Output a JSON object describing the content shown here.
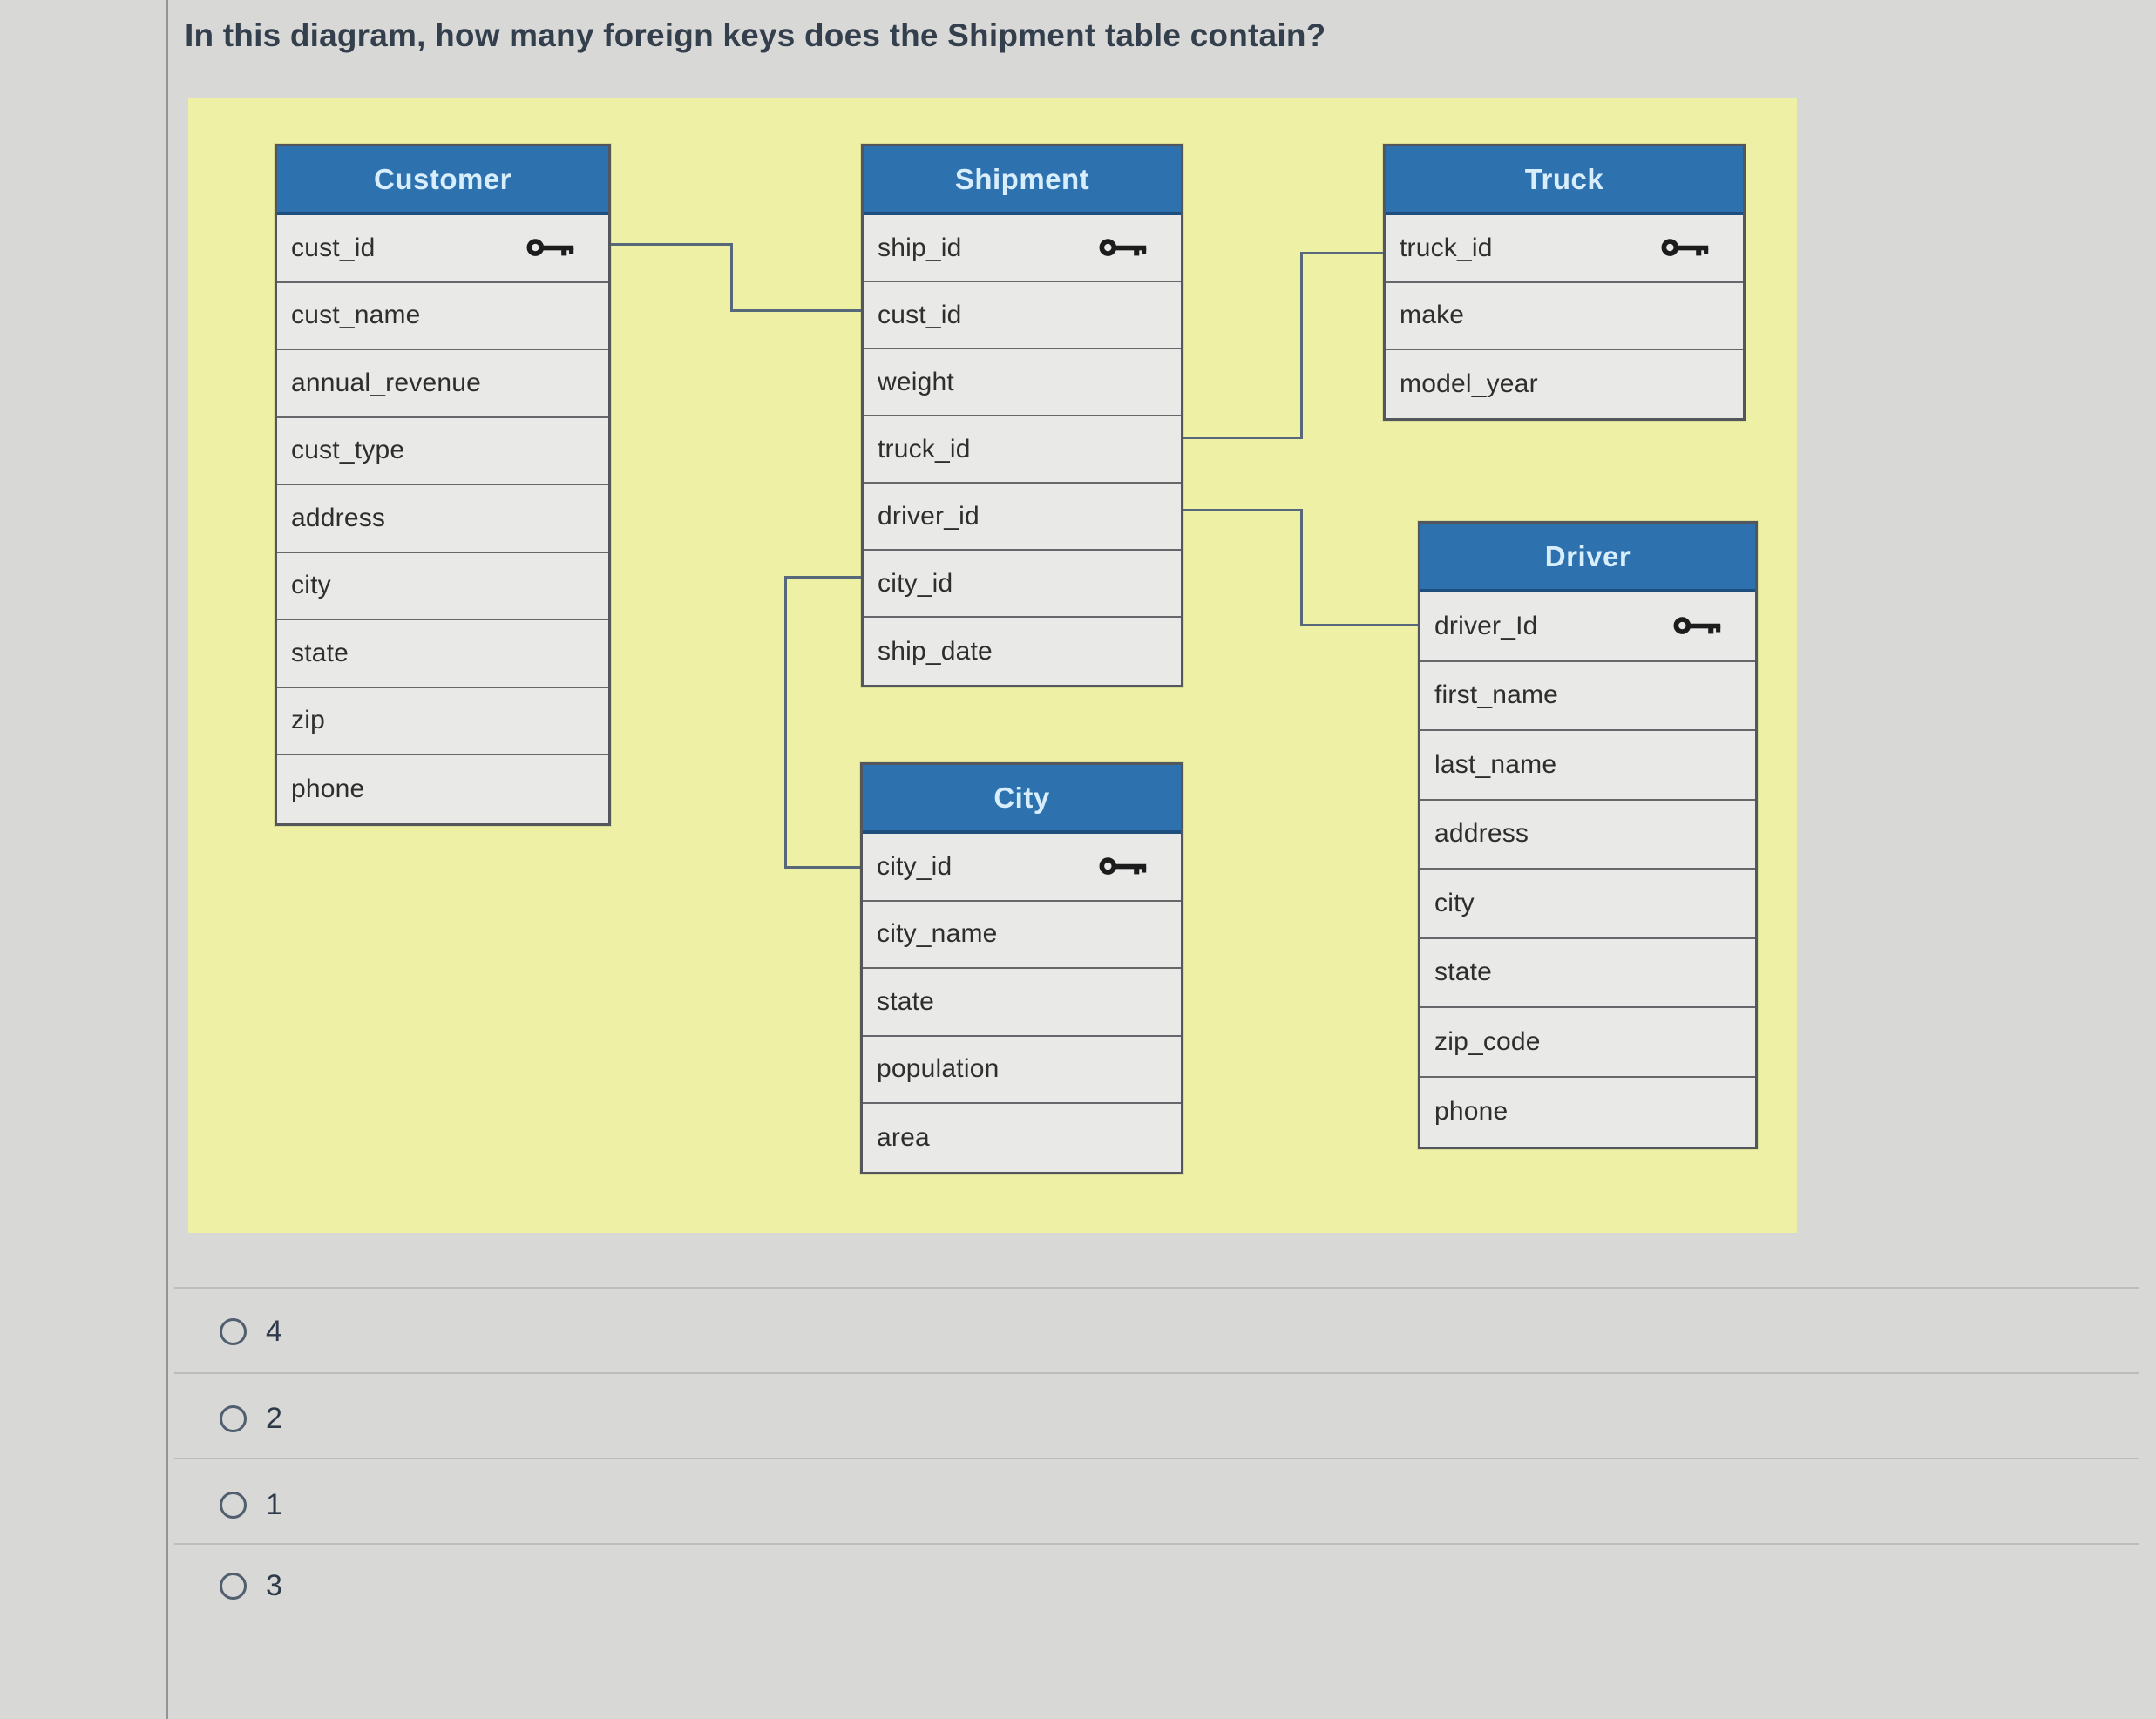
{
  "question": {
    "text": "In this diagram, how many foreign keys does the Shipment table contain?"
  },
  "diagram": {
    "tables": [
      {
        "name": "Customer",
        "fields": [
          {
            "label": "cust_id",
            "key": true
          },
          {
            "label": "cust_name",
            "key": false
          },
          {
            "label": "annual_revenue",
            "key": false
          },
          {
            "label": "cust_type",
            "key": false
          },
          {
            "label": "address",
            "key": false
          },
          {
            "label": "city",
            "key": false
          },
          {
            "label": "state",
            "key": false
          },
          {
            "label": "zip",
            "key": false
          },
          {
            "label": "phone",
            "key": false
          }
        ]
      },
      {
        "name": "Shipment",
        "fields": [
          {
            "label": "ship_id",
            "key": true
          },
          {
            "label": "cust_id",
            "key": false
          },
          {
            "label": "weight",
            "key": false
          },
          {
            "label": "truck_id",
            "key": false
          },
          {
            "label": "driver_id",
            "key": false
          },
          {
            "label": "city_id",
            "key": false
          },
          {
            "label": "ship_date",
            "key": false
          }
        ]
      },
      {
        "name": "Truck",
        "fields": [
          {
            "label": "truck_id",
            "key": true
          },
          {
            "label": "make",
            "key": false
          },
          {
            "label": "model_year",
            "key": false
          }
        ]
      },
      {
        "name": "Driver",
        "fields": [
          {
            "label": "driver_Id",
            "key": true
          },
          {
            "label": "first_name",
            "key": false
          },
          {
            "label": "last_name",
            "key": false
          },
          {
            "label": "address",
            "key": false
          },
          {
            "label": "city",
            "key": false
          },
          {
            "label": "state",
            "key": false
          },
          {
            "label": "zip_code",
            "key": false
          },
          {
            "label": "phone",
            "key": false
          }
        ]
      },
      {
        "name": "City",
        "fields": [
          {
            "label": "city_id",
            "key": true
          },
          {
            "label": "city_name",
            "key": false
          },
          {
            "label": "state",
            "key": false
          },
          {
            "label": "population",
            "key": false
          },
          {
            "label": "area",
            "key": false
          }
        ]
      }
    ],
    "relationships": [
      "Customer.cust_id - Shipment.cust_id",
      "Shipment.truck_id - Truck.truck_id",
      "Shipment.driver_id - Driver.driver_Id",
      "Shipment.city_id - City.city_id"
    ],
    "key_icon": "primary-key-icon"
  },
  "options": [
    {
      "label": "4"
    },
    {
      "label": "2"
    },
    {
      "label": "1"
    },
    {
      "label": "3"
    }
  ],
  "colors": {
    "header_blue": "#2d72ae",
    "header_text": "#d9eefc",
    "panel_yellow": "#edf0a5",
    "row_bg": "#e9e9e7",
    "connector": "#566879",
    "page_bg": "#d8d8d6"
  }
}
